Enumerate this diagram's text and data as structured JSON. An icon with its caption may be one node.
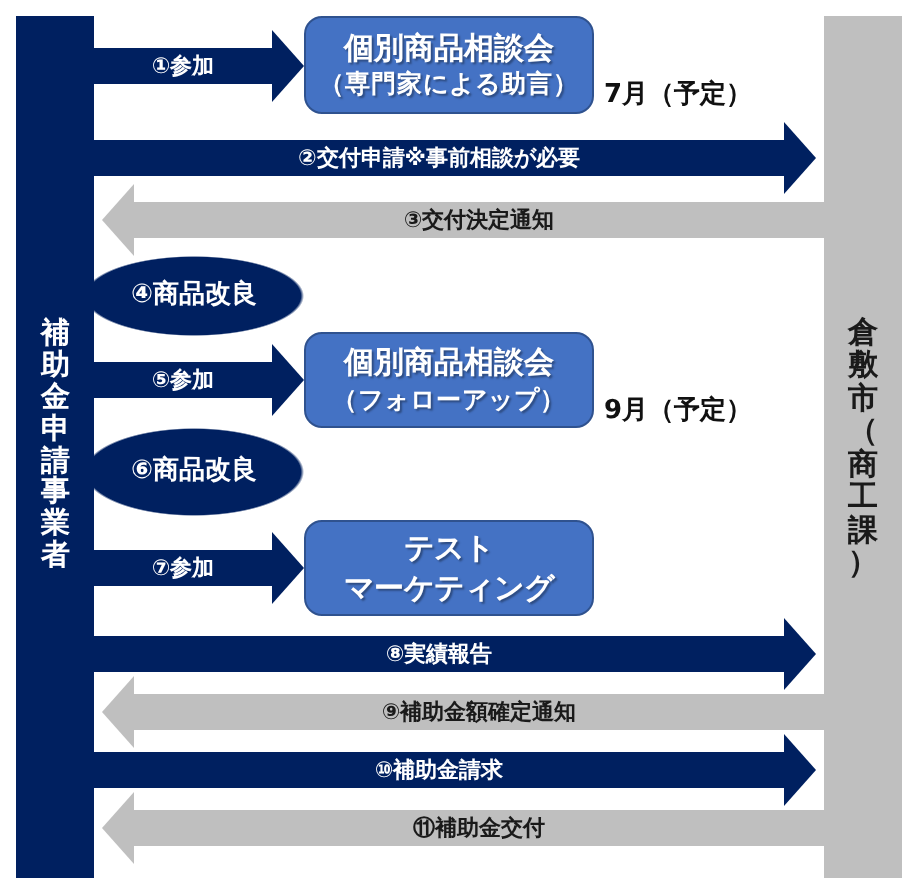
{
  "diagram": {
    "nodes": [
      {
        "text": [
          "補助金申請事業者"
        ]
      },
      {
        "text": [
          "倉敷市（商工課）"
        ]
      },
      {
        "text": [
          "個別商品相談会",
          "（専門家による助言）"
        ],
        "beside": [
          "7月（予定）"
        ]
      },
      {
        "text": [
          "④商品改良"
        ]
      },
      {
        "text": [
          "個別商品相談会",
          "（フォローアップ）"
        ],
        "beside": [
          "9月（予定）"
        ]
      },
      {
        "text": [
          "⑥商品改良"
        ]
      },
      {
        "text": [
          "テスト",
          "マーケティング"
        ]
      }
    ],
    "edges": [
      {
        "from": 0,
        "to": 2,
        "arrow": "to",
        "label": "①参加"
      },
      {
        "from": 0,
        "to": 1,
        "arrow": "to",
        "label": "②交付申請※事前相談が必要"
      },
      {
        "from": 1,
        "to": 0,
        "arrow": "to",
        "label": "③交付決定通知",
        "color": "#bfbfbf"
      },
      {
        "from": 0,
        "to": 4,
        "arrow": "to",
        "label": "⑤参加"
      },
      {
        "from": 0,
        "to": 6,
        "arrow": "to",
        "label": "⑦参加"
      },
      {
        "from": 0,
        "to": 1,
        "arrow": "to",
        "label": "⑧実績報告"
      },
      {
        "from": 1,
        "to": 0,
        "arrow": "to",
        "label": "⑨補助金額確定通知",
        "color": "#bfbfbf"
      },
      {
        "from": 0,
        "to": 1,
        "arrow": "to",
        "label": "⑩補助金請求"
      },
      {
        "from": 1,
        "to": 0,
        "arrow": "to",
        "label": "⑪補助金交付",
        "color": "#bfbfbf"
      }
    ]
  }
}
